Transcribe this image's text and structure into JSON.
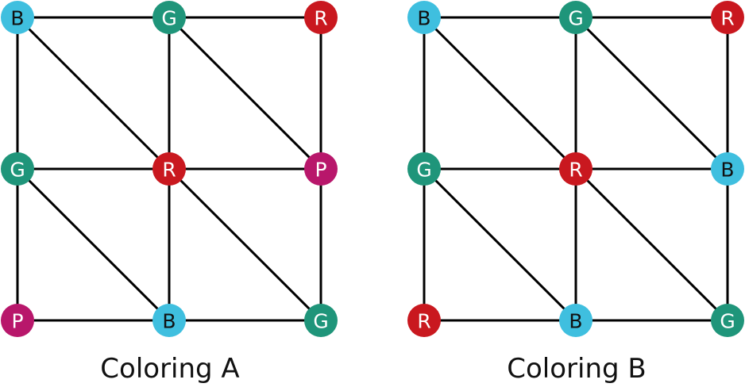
{
  "colors": {
    "B": {
      "fill": "#3fbfdf",
      "text": "#111111"
    },
    "G": {
      "fill": "#1f957a",
      "text": "#ffffff"
    },
    "R": {
      "fill": "#c9181f",
      "text": "#ffffff"
    },
    "P": {
      "fill": "#b8176b",
      "text": "#ffffff"
    }
  },
  "graphs": [
    {
      "caption": "Coloring A",
      "nodes": [
        [
          "B",
          "G",
          "R"
        ],
        [
          "G",
          "R",
          "P"
        ],
        [
          "P",
          "B",
          "G"
        ]
      ]
    },
    {
      "caption": "Coloring B",
      "nodes": [
        [
          "B",
          "G",
          "R"
        ],
        [
          "G",
          "R",
          "B"
        ],
        [
          "R",
          "B",
          "G"
        ]
      ]
    }
  ]
}
